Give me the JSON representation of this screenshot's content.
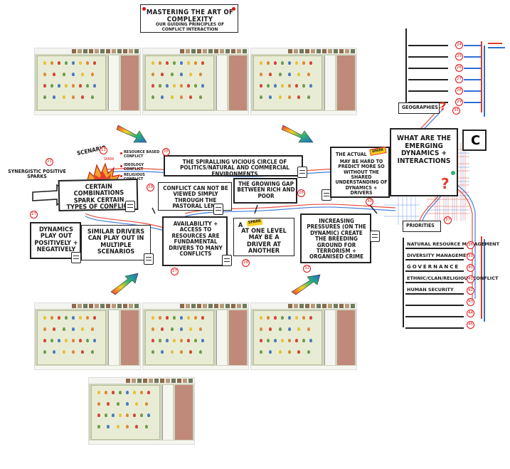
{
  "title": {
    "main": "Mastering the art of complexity",
    "sub": "Our guiding principles of conflict interaction"
  },
  "colors": {
    "ink": "#1a1a1a",
    "accent_red": "#d11111",
    "rail_red": "#e23b2a",
    "rail_blue": "#2f6fd6",
    "thumb_green": "#cfd5bd",
    "thumb_side": "#c08a7a"
  },
  "nodes": {
    "scenario_label": "Scenario",
    "scenario_num": "11",
    "spark_small_label": "Spark",
    "synergistic_sparks": "Synergistic positive Sparks",
    "list_resource": "Resource based conflict",
    "list_ideology": "Ideology conflict",
    "list_religious": "Religious conflict",
    "certain_combinations": "Certain combinations spark certain types of conflict",
    "dynamics_play": "Dynamics play out positively + negatively",
    "similar_drivers": "Similar drivers can play out in multiple scenarios",
    "spiralling": "The spiralling vicious circle of politics/natural and commercial environments",
    "conflict_pastoral": "Conflict can not be viewed simply through the pastoral lens",
    "growing_gap": "The growing gap between rich and poor",
    "availability": "Availability + access to resources are fundamental drivers to many conflicts",
    "spark_level_a": "A",
    "spark_level_word": "Spark",
    "spark_level_b": "at one level may be a driver at another",
    "increasing": "Increasing pressures (on the dynamic) create the breeding ground for terrorism + organised crime",
    "actual_spark_a": "The actual",
    "actual_spark_word": "Spark",
    "actual_spark_b": "may be hard to predict more so without the shared understanding of dynamics + drivers",
    "emerging": "What are the emerging dynamics + interactions",
    "letter_c": "C"
  },
  "badges": {
    "spiralling_num": "25",
    "pastoral_num": "29",
    "certain_num": "21",
    "dynamics_num": "27",
    "availability_num": "27",
    "spark_level_num": "28",
    "increasing_num": "32",
    "actual_num": "30",
    "gap_num": "26",
    "geographies_num": "35",
    "priorities_num": "37"
  },
  "rail": {
    "numbers": [
      "24",
      "25",
      "26",
      "27",
      "28",
      "29"
    ]
  },
  "geographies": {
    "label": "Geographies",
    "mark": "?"
  },
  "priorities": {
    "label": "Priorities",
    "items": [
      {
        "label": "Natural resource management",
        "num": "38"
      },
      {
        "label": "Diversity management",
        "num": "39"
      },
      {
        "label": "Governance",
        "num": "40"
      },
      {
        "label": "Ethnic/Clan/Religious conflict",
        "num": "41"
      },
      {
        "label": "Human security",
        "num": "42"
      },
      {
        "label": "",
        "num": "43"
      },
      {
        "label": "",
        "num": "44"
      },
      {
        "label": "",
        "num": "45"
      }
    ]
  },
  "thumbnails": {
    "count": 7,
    "caption": "thumbnail"
  }
}
